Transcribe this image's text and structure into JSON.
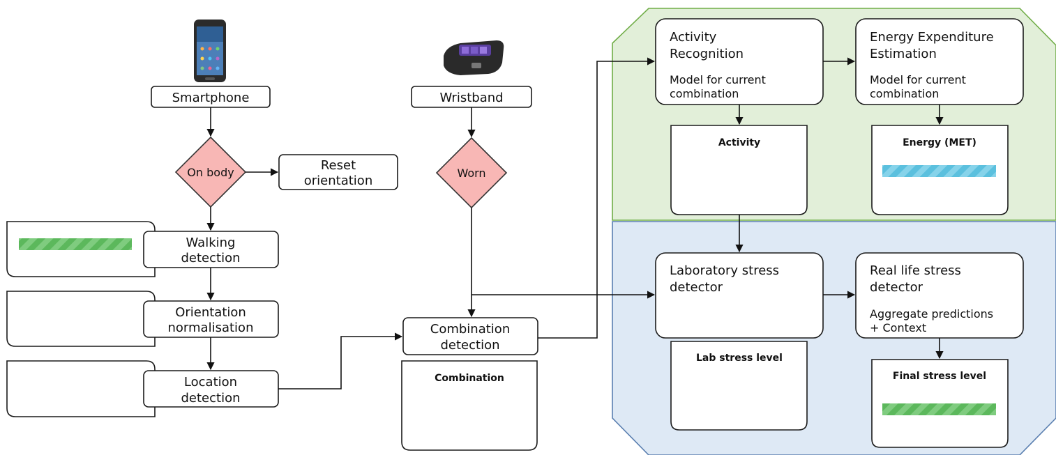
{
  "colors": {
    "green_region": "#e2efd9",
    "green_border": "#70ad47",
    "blue_region": "#dee9f5",
    "blue_border": "#5a7fb0",
    "diamond_fill": "#f8b7b5",
    "green_bar": "#5cb85c",
    "blue_bar": "#5bc0de"
  },
  "devices": {
    "smartphone_label": "Smartphone",
    "wristband_label": "Wristband"
  },
  "decisions": {
    "on_body": "On body",
    "worn": "Worn"
  },
  "steps": {
    "reset_line1": "Reset",
    "reset_line2": "orientation",
    "walking_line1": "Walking",
    "walking_line2": "detection",
    "orient_line1": "Orientation",
    "orient_line2": "normalisation",
    "location_line1": "Location",
    "location_line2": "detection",
    "combination_line1": "Combination",
    "combination_line2": "detection"
  },
  "models": {
    "activity_line1": "Activity",
    "activity_line2": "Recognition",
    "activity_sub1": "Model for current",
    "activity_sub2": "combination",
    "energy_line1": "Energy Expenditure",
    "energy_line2": "Estimation",
    "energy_sub1": "Model for current",
    "energy_sub2": "combination",
    "lab_line1": "Laboratory stress",
    "lab_line2": "detector",
    "real_line1": "Real life stress",
    "real_line2": "detector",
    "real_sub1": "Aggregate predictions",
    "real_sub2": "+ Context"
  },
  "outputs": {
    "combination": "Combination",
    "activity": "Activity",
    "energy": "Energy (MET)",
    "lab_stress": "Lab stress level",
    "final_stress": "Final stress level"
  }
}
